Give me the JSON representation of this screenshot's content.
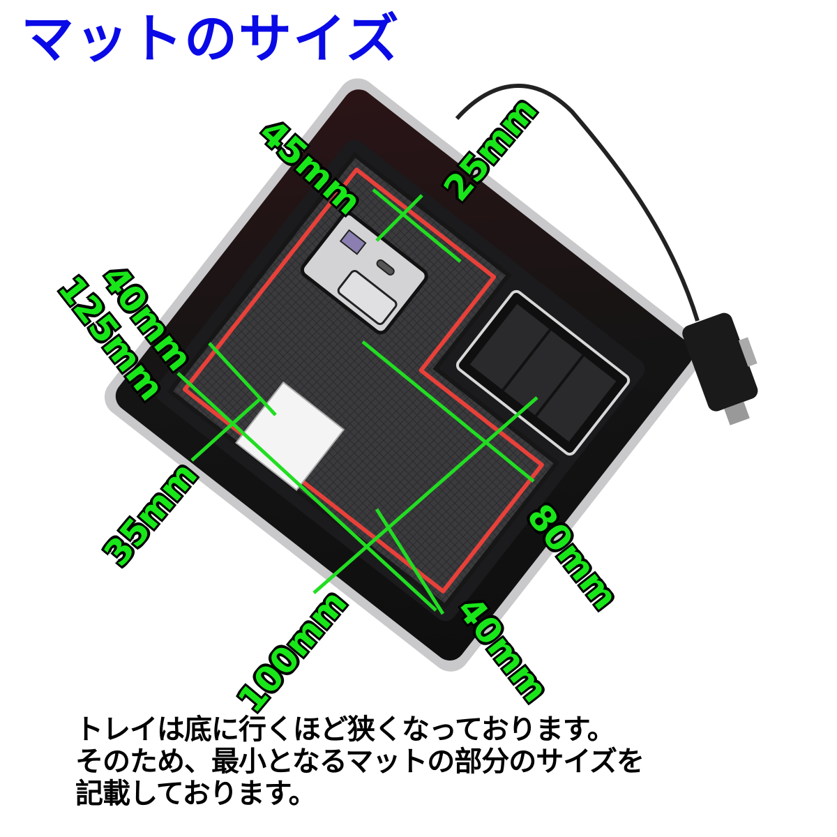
{
  "title": "マットのサイズ",
  "caption": {
    "line1": "トレイは底に行くほど狭くなっております。",
    "line2": "そのため、最小となるマットの部分のサイズを",
    "line3": "記載しております。"
  },
  "dimensions": {
    "top_length": "45mm",
    "top_width": "25mm",
    "left_width": "40mm",
    "left_length": "125mm",
    "left_short": "35mm",
    "bottom_length": "100mm",
    "right_width": "80mm",
    "bottom_width": "40mm"
  },
  "colors": {
    "title": "#0a0ae6",
    "dimension_label": "#19e619",
    "measure_line": "#22dd22",
    "mat_outline": "#e8413a",
    "tray_body": "#1a1a1c",
    "mat_surface": "#3a3a3c"
  }
}
